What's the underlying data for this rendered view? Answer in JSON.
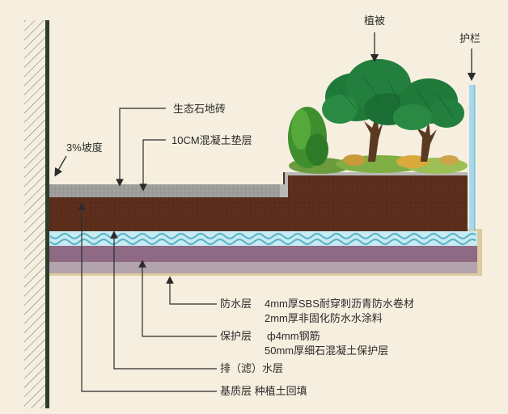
{
  "labels": {
    "vegetation": "植被",
    "railing": "护栏",
    "eco_paver": "生态石地砖",
    "slope": "3%坡度",
    "concrete_cushion": "10CM混凝土垫层",
    "waterproof_title": "防水层",
    "waterproof_line1": "4mm厚SBS耐穿刺沥青防水卷材",
    "waterproof_line2": "2mm厚非固化防水水涂料",
    "protect_title": "保护层",
    "protect_line1": "ф4mm钢筋",
    "protect_line2": "50mm厚细石混凝土保护层",
    "drainage": "排（滤）水层",
    "substrate": "基质层 种植土回填"
  },
  "colors": {
    "background": "#f6efdf",
    "wall": "#2f3b2e",
    "soil": "#5b2e1c",
    "paver": "#9a9a98",
    "drainage_fill": "#c9ecf2",
    "wave": "#5fb4c9",
    "protect_layer": "#8e6a84",
    "waterproof_layer": "#b3a3ad",
    "concrete_frame": "#dccba0",
    "railing": "#a8d8ea",
    "tree": "#1f7a3a",
    "trunk": "#5a3b22"
  },
  "icons": [
    "arrow-down-icon",
    "hatch-pattern"
  ]
}
